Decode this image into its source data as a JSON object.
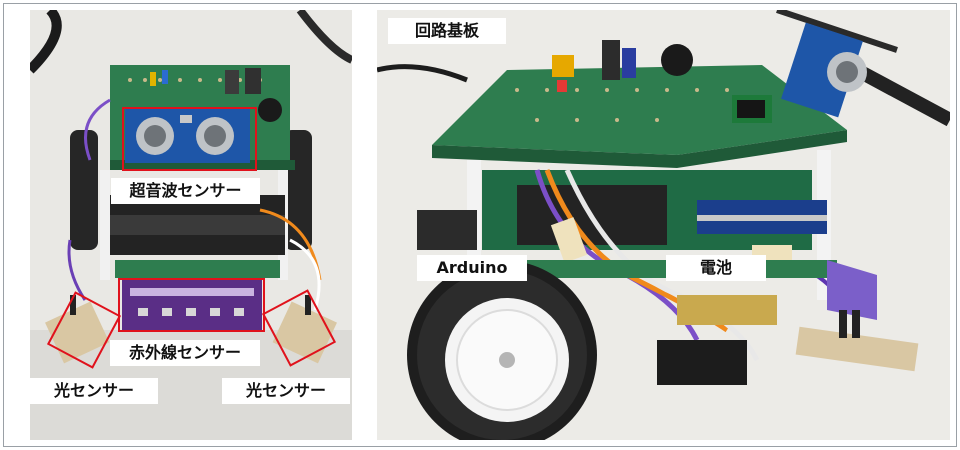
{
  "labels": {
    "ultrasonic": "超音波センサー",
    "infrared": "赤外線センサー",
    "light_left": "光センサー",
    "light_right": "光センサー",
    "circuit_board": "回路基板",
    "arduino": "Arduino",
    "battery": "電池"
  },
  "photo_left": {
    "description_icon": "robot-front-photo"
  },
  "photo_right": {
    "description_icon": "robot-side-photo"
  },
  "colors": {
    "highlight": "#e0121c",
    "pcb_green": "#2e7d4f",
    "floor": "#ecebe7"
  }
}
